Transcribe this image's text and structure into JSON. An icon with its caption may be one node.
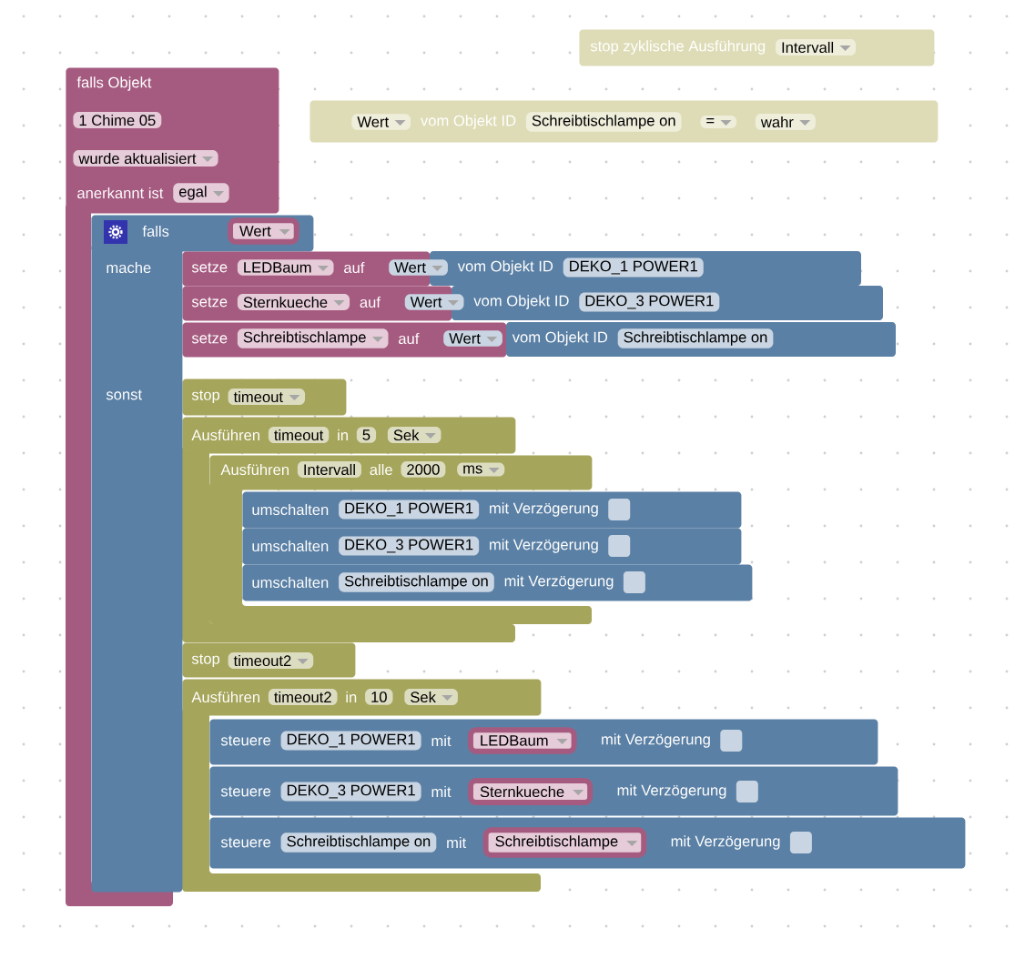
{
  "diagram": {
    "nodes": [
      {
        "text": [
          "stop zyklische Ausführung",
          "Intervall"
        ]
      },
      {
        "text": [
          "Wert",
          "vom Objekt ID",
          "Schreibtischlampe on",
          "=",
          "wahr"
        ]
      },
      {
        "text": [
          "falls Objekt",
          "1 Chime 05",
          "wurde aktualisiert",
          "anerkannt ist",
          "egal"
        ]
      },
      {
        "text": [
          "falls",
          "Wert"
        ]
      },
      {
        "text": [
          "setze",
          "LEDBaum",
          "auf",
          "Wert",
          "vom Objekt ID",
          "DEKO_1 POWER1"
        ]
      },
      {
        "text": [
          "setze",
          "Sternkueche",
          "auf",
          "Wert",
          "vom Objekt ID",
          "DEKO_3 POWER1"
        ]
      },
      {
        "text": [
          "setze",
          "Schreibtischlampe",
          "auf",
          "Wert",
          "vom Objekt ID",
          "Schreibtischlampe on"
        ]
      },
      {
        "text": [
          "stop",
          "timeout"
        ]
      },
      {
        "text": [
          "Ausführen",
          "timeout",
          "in",
          "5",
          "Sek"
        ]
      },
      {
        "text": [
          "Ausführen",
          "Intervall",
          "alle",
          "2000",
          "ms"
        ]
      },
      {
        "text": [
          "umschalten",
          "DEKO_1 POWER1",
          "mit Verzögerung"
        ]
      },
      {
        "text": [
          "umschalten",
          "DEKO_3 POWER1",
          "mit Verzögerung"
        ]
      },
      {
        "text": [
          "umschalten",
          "Schreibtischlampe on",
          "mit Verzögerung"
        ]
      },
      {
        "text": [
          "stop",
          "timeout2"
        ]
      },
      {
        "text": [
          "Ausführen",
          "timeout2",
          "in",
          "10",
          "Sek"
        ]
      },
      {
        "text": [
          "steuere",
          "DEKO_1 POWER1",
          "mit",
          "LEDBaum",
          "mit Verzögerung"
        ]
      },
      {
        "text": [
          "steuere",
          "DEKO_3 POWER1",
          "mit",
          "Sternkueche",
          "mit Verzögerung"
        ]
      },
      {
        "text": [
          "steuere",
          "Schreibtischlampe on",
          "mit",
          "Schreibtischlampe",
          "mit Verzögerung"
        ]
      },
      {
        "text": [],
        "shape": "bar"
      },
      {
        "text": [
          "mache",
          "sonst"
        ]
      },
      {
        "text": [],
        "shape": "bar"
      },
      {
        "text": [],
        "shape": "bar"
      },
      {
        "text": [],
        "shape": "bar"
      }
    ]
  }
}
